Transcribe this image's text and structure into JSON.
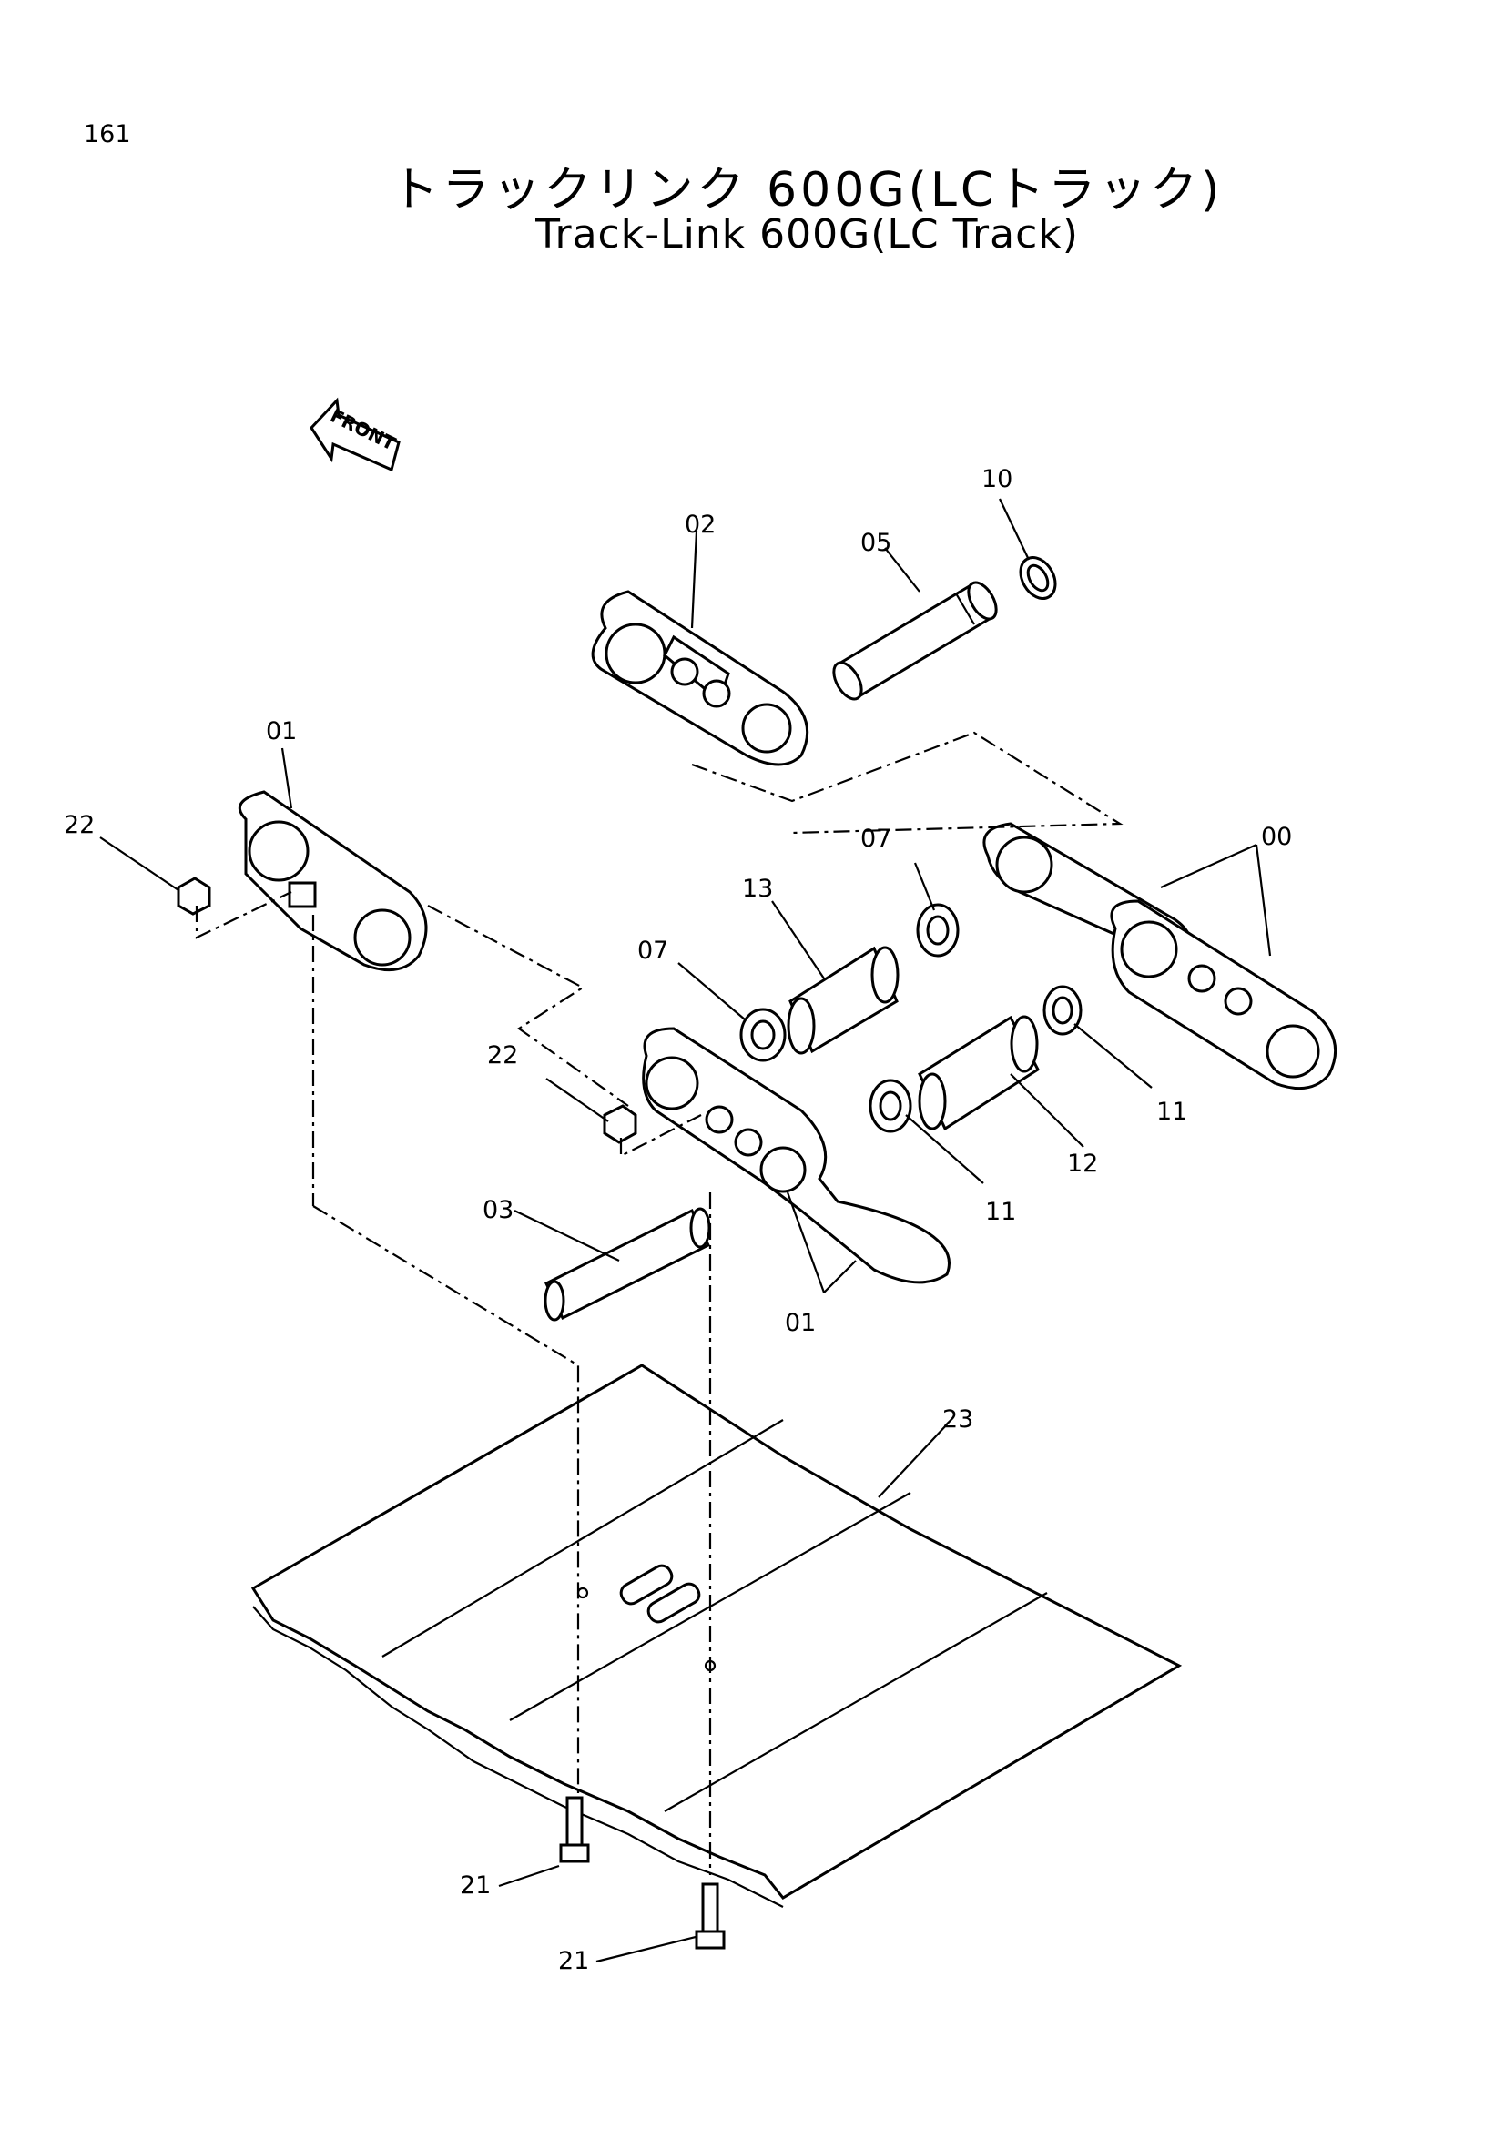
{
  "page_number": "161",
  "title": {
    "japanese": "トラックリンク 600G(LCトラック)",
    "english": "Track-Link 600G(LC Track)"
  },
  "front_arrow_label": "FRONT",
  "callouts": {
    "c00": "00",
    "c01_top": "01",
    "c01_bottom": "01",
    "c02": "02",
    "c03": "03",
    "c05": "05",
    "c07_upper": "07",
    "c07_lower": "07",
    "c10": "10",
    "c11_right": "11",
    "c11_left": "11",
    "c12": "12",
    "c13": "13",
    "c21_left": "21",
    "c21_right": "21",
    "c22_top": "22",
    "c22_mid": "22",
    "c23": "23"
  }
}
